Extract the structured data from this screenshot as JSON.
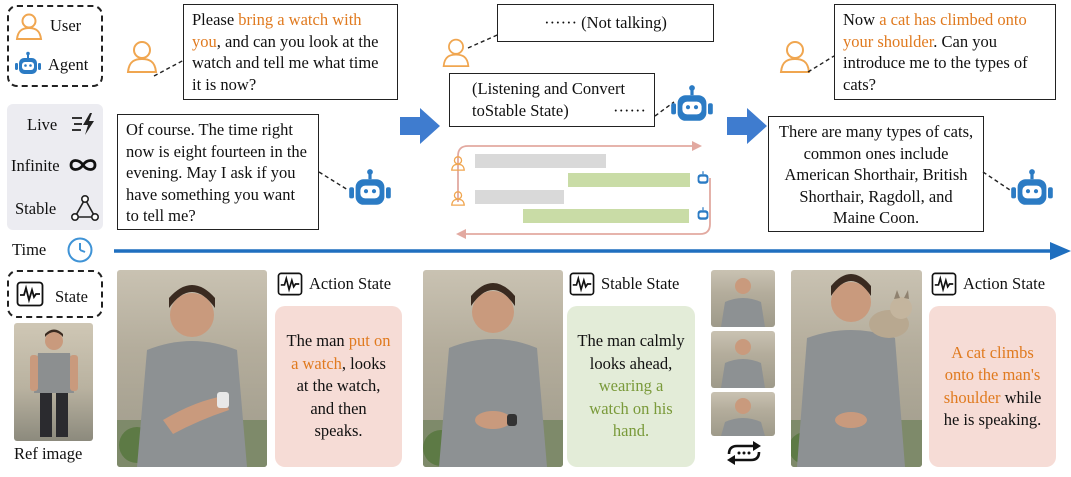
{
  "legend": {
    "user_label": "User",
    "agent_label": "Agent",
    "live_label": "Live",
    "infinite_label": "Infinite",
    "stable_label": "Stable",
    "time_label": "Time",
    "state_label": "State",
    "ref_image_label": "Ref image"
  },
  "scene1": {
    "user_pre": "Please ",
    "user_hl": "bring a watch with you",
    "user_post": ", and can you look at the watch and tell me what time it is now?",
    "agent_text": "Of course. The time right now is eight fourteen in the evening. May I ask if you have something you want to tell me?",
    "state_title": "Action State",
    "state_pre": "The man ",
    "state_hl": "put on a watch",
    "state_post": ", looks at the watch, and then speaks."
  },
  "scene2": {
    "user_text": "······  (Not talking)",
    "agent_text": "(Listening and Convert toStable State)",
    "agent_dots": "······",
    "state_title": "Stable State",
    "state_pre": "The man calmly looks ahead, ",
    "state_hl": "wearing a watch on his hand."
  },
  "scene3": {
    "user_pre": "Now ",
    "user_hl": "a cat has climbed onto your shoulder",
    "user_post": ". Can you introduce me to the types of cats?",
    "agent_text": "There are many types of cats, common ones include American Shorthair, British Shorthair, Ragdoll, and Maine Coon.",
    "state_title": "Action State",
    "state_hl": "A cat climbs onto the man's shoulder",
    "state_post": " while he is speaking."
  },
  "colors": {
    "user_orange": "#f0a650",
    "agent_blue": "#2b7bc4",
    "arrow_blue": "#1f6fbf",
    "highlight_orange": "#e07a1f",
    "highlight_green": "#7a9a3a",
    "action_panel": "#f6dcd6",
    "stable_panel": "#e3ecd8",
    "bar_gray": "#d9d9d9",
    "bar_green": "#c9dca6"
  }
}
